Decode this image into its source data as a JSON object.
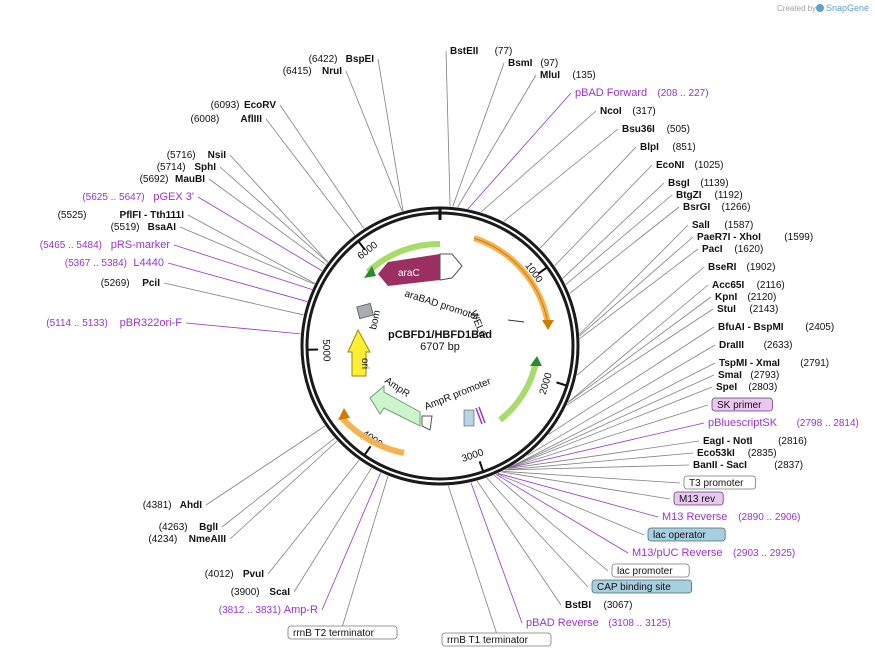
{
  "credit": {
    "prefix": "Created by",
    "brand": "SnapGene"
  },
  "plasmid": {
    "name": "pCBFD1/HBFD1Bad",
    "length": "6707 bp"
  },
  "ticks": [
    "1000",
    "2000",
    "3000",
    "4000",
    "5000",
    "6000"
  ],
  "features": {
    "araC": "araC",
    "araBAD": "araBAD promoter",
    "bom": "bom",
    "ori": "ori",
    "ampR": "AmpR",
    "ampR_promoter": "AmpR promoter",
    "web": "WEL0"
  },
  "right_labels": [
    {
      "name": "BstEII",
      "pos": "(77)"
    },
    {
      "name": "BsmI",
      "pos": "(97)"
    },
    {
      "name": "MluI",
      "pos": "(135)"
    },
    {
      "name": "pBAD Forward",
      "pos": "(208 .. 227)",
      "primer": true
    },
    {
      "name": "NcoI",
      "pos": "(317)"
    },
    {
      "name": "Bsu36I",
      "pos": "(505)"
    },
    {
      "name": "BlpI",
      "pos": "(851)"
    },
    {
      "name": "EcoNI",
      "pos": "(1025)"
    },
    {
      "name": "BsgI",
      "pos": "(1139)"
    },
    {
      "name": "BtgZI",
      "pos": "(1192)"
    },
    {
      "name": "BsrGI",
      "pos": "(1266)"
    },
    {
      "name": "SalI",
      "pos": "(1587)"
    },
    {
      "name": "PaeR7I - XhoI",
      "pos": "(1599)"
    },
    {
      "name": "PacI",
      "pos": "(1620)"
    },
    {
      "name": "BseRI",
      "pos": "(1902)"
    },
    {
      "name": "Acc65I",
      "pos": "(2116)"
    },
    {
      "name": "KpnI",
      "pos": "(2120)"
    },
    {
      "name": "StuI",
      "pos": "(2143)"
    },
    {
      "name": "BfuAI - BspMI",
      "pos": "(2405)"
    },
    {
      "name": "DraIII",
      "pos": "(2633)"
    },
    {
      "name": "TspMI - XmaI",
      "pos": "(2791)"
    },
    {
      "name": "SmaI",
      "pos": "(2793)"
    },
    {
      "name": "SpeI",
      "pos": "(2803)"
    },
    {
      "name": "SK primer",
      "pos": "",
      "box": "purple"
    },
    {
      "name": "pBluescriptSK",
      "pos": "(2798 .. 2814)",
      "primer": true
    },
    {
      "name": "EagI - NotI",
      "pos": "(2816)"
    },
    {
      "name": "Eco53kI",
      "pos": "(2835)"
    },
    {
      "name": "BanII - SacI",
      "pos": "(2837)"
    },
    {
      "name": "T3 promoter",
      "pos": "",
      "box": "white"
    },
    {
      "name": "M13 rev",
      "pos": "",
      "box": "purple"
    },
    {
      "name": "M13 Reverse",
      "pos": "(2890 .. 2906)",
      "primer": true
    },
    {
      "name": "lac operator",
      "pos": "",
      "box": "blue"
    },
    {
      "name": "M13/pUC Reverse",
      "pos": "(2903 .. 2925)",
      "primer": true
    },
    {
      "name": "lac promoter",
      "pos": "",
      "box": "white"
    },
    {
      "name": "CAP binding site",
      "pos": "",
      "box": "blue"
    },
    {
      "name": "BstBI",
      "pos": "(3067)"
    },
    {
      "name": "pBAD Reverse",
      "pos": "(3108 .. 3125)",
      "primer": true
    }
  ],
  "left_labels": [
    {
      "name": "BspEI",
      "pos": "(6422)"
    },
    {
      "name": "NruI",
      "pos": "(6415)"
    },
    {
      "name": "EcoRV",
      "pos": "(6093)"
    },
    {
      "name": "AflIII",
      "pos": "(6008)"
    },
    {
      "name": "NsiI",
      "pos": "(5716)"
    },
    {
      "name": "SphI",
      "pos": "(5714)"
    },
    {
      "name": "MauBI",
      "pos": "(5692)"
    },
    {
      "name": "pGEX 3'",
      "pos": "(5625 .. 5647)",
      "primer": true
    },
    {
      "name": "PflFI - Tth111I",
      "pos": "(5525)"
    },
    {
      "name": "BsaAI",
      "pos": "(5519)"
    },
    {
      "name": "pRS-marker",
      "pos": "(5465 .. 5484)",
      "primer": true
    },
    {
      "name": "L4440",
      "pos": "(5367 .. 5384)",
      "primer": true
    },
    {
      "name": "PciI",
      "pos": "(5269)"
    },
    {
      "name": "pBR322ori-F",
      "pos": "(5114 .. 5133)",
      "primer": true
    },
    {
      "name": "AhdI",
      "pos": "(4381)"
    },
    {
      "name": "BglI",
      "pos": "(4263)"
    },
    {
      "name": "NmeAIII",
      "pos": "(4234)"
    },
    {
      "name": "PvuI",
      "pos": "(4012)"
    },
    {
      "name": "ScaI",
      "pos": "(3900)"
    },
    {
      "name": "Amp-R",
      "pos": "(3812 .. 3831)",
      "primer": true
    },
    {
      "name": "rrnB T2 terminator",
      "pos": "",
      "box": "white"
    },
    {
      "name": "rrnB T1 terminator",
      "pos": "",
      "box": "white"
    }
  ]
}
